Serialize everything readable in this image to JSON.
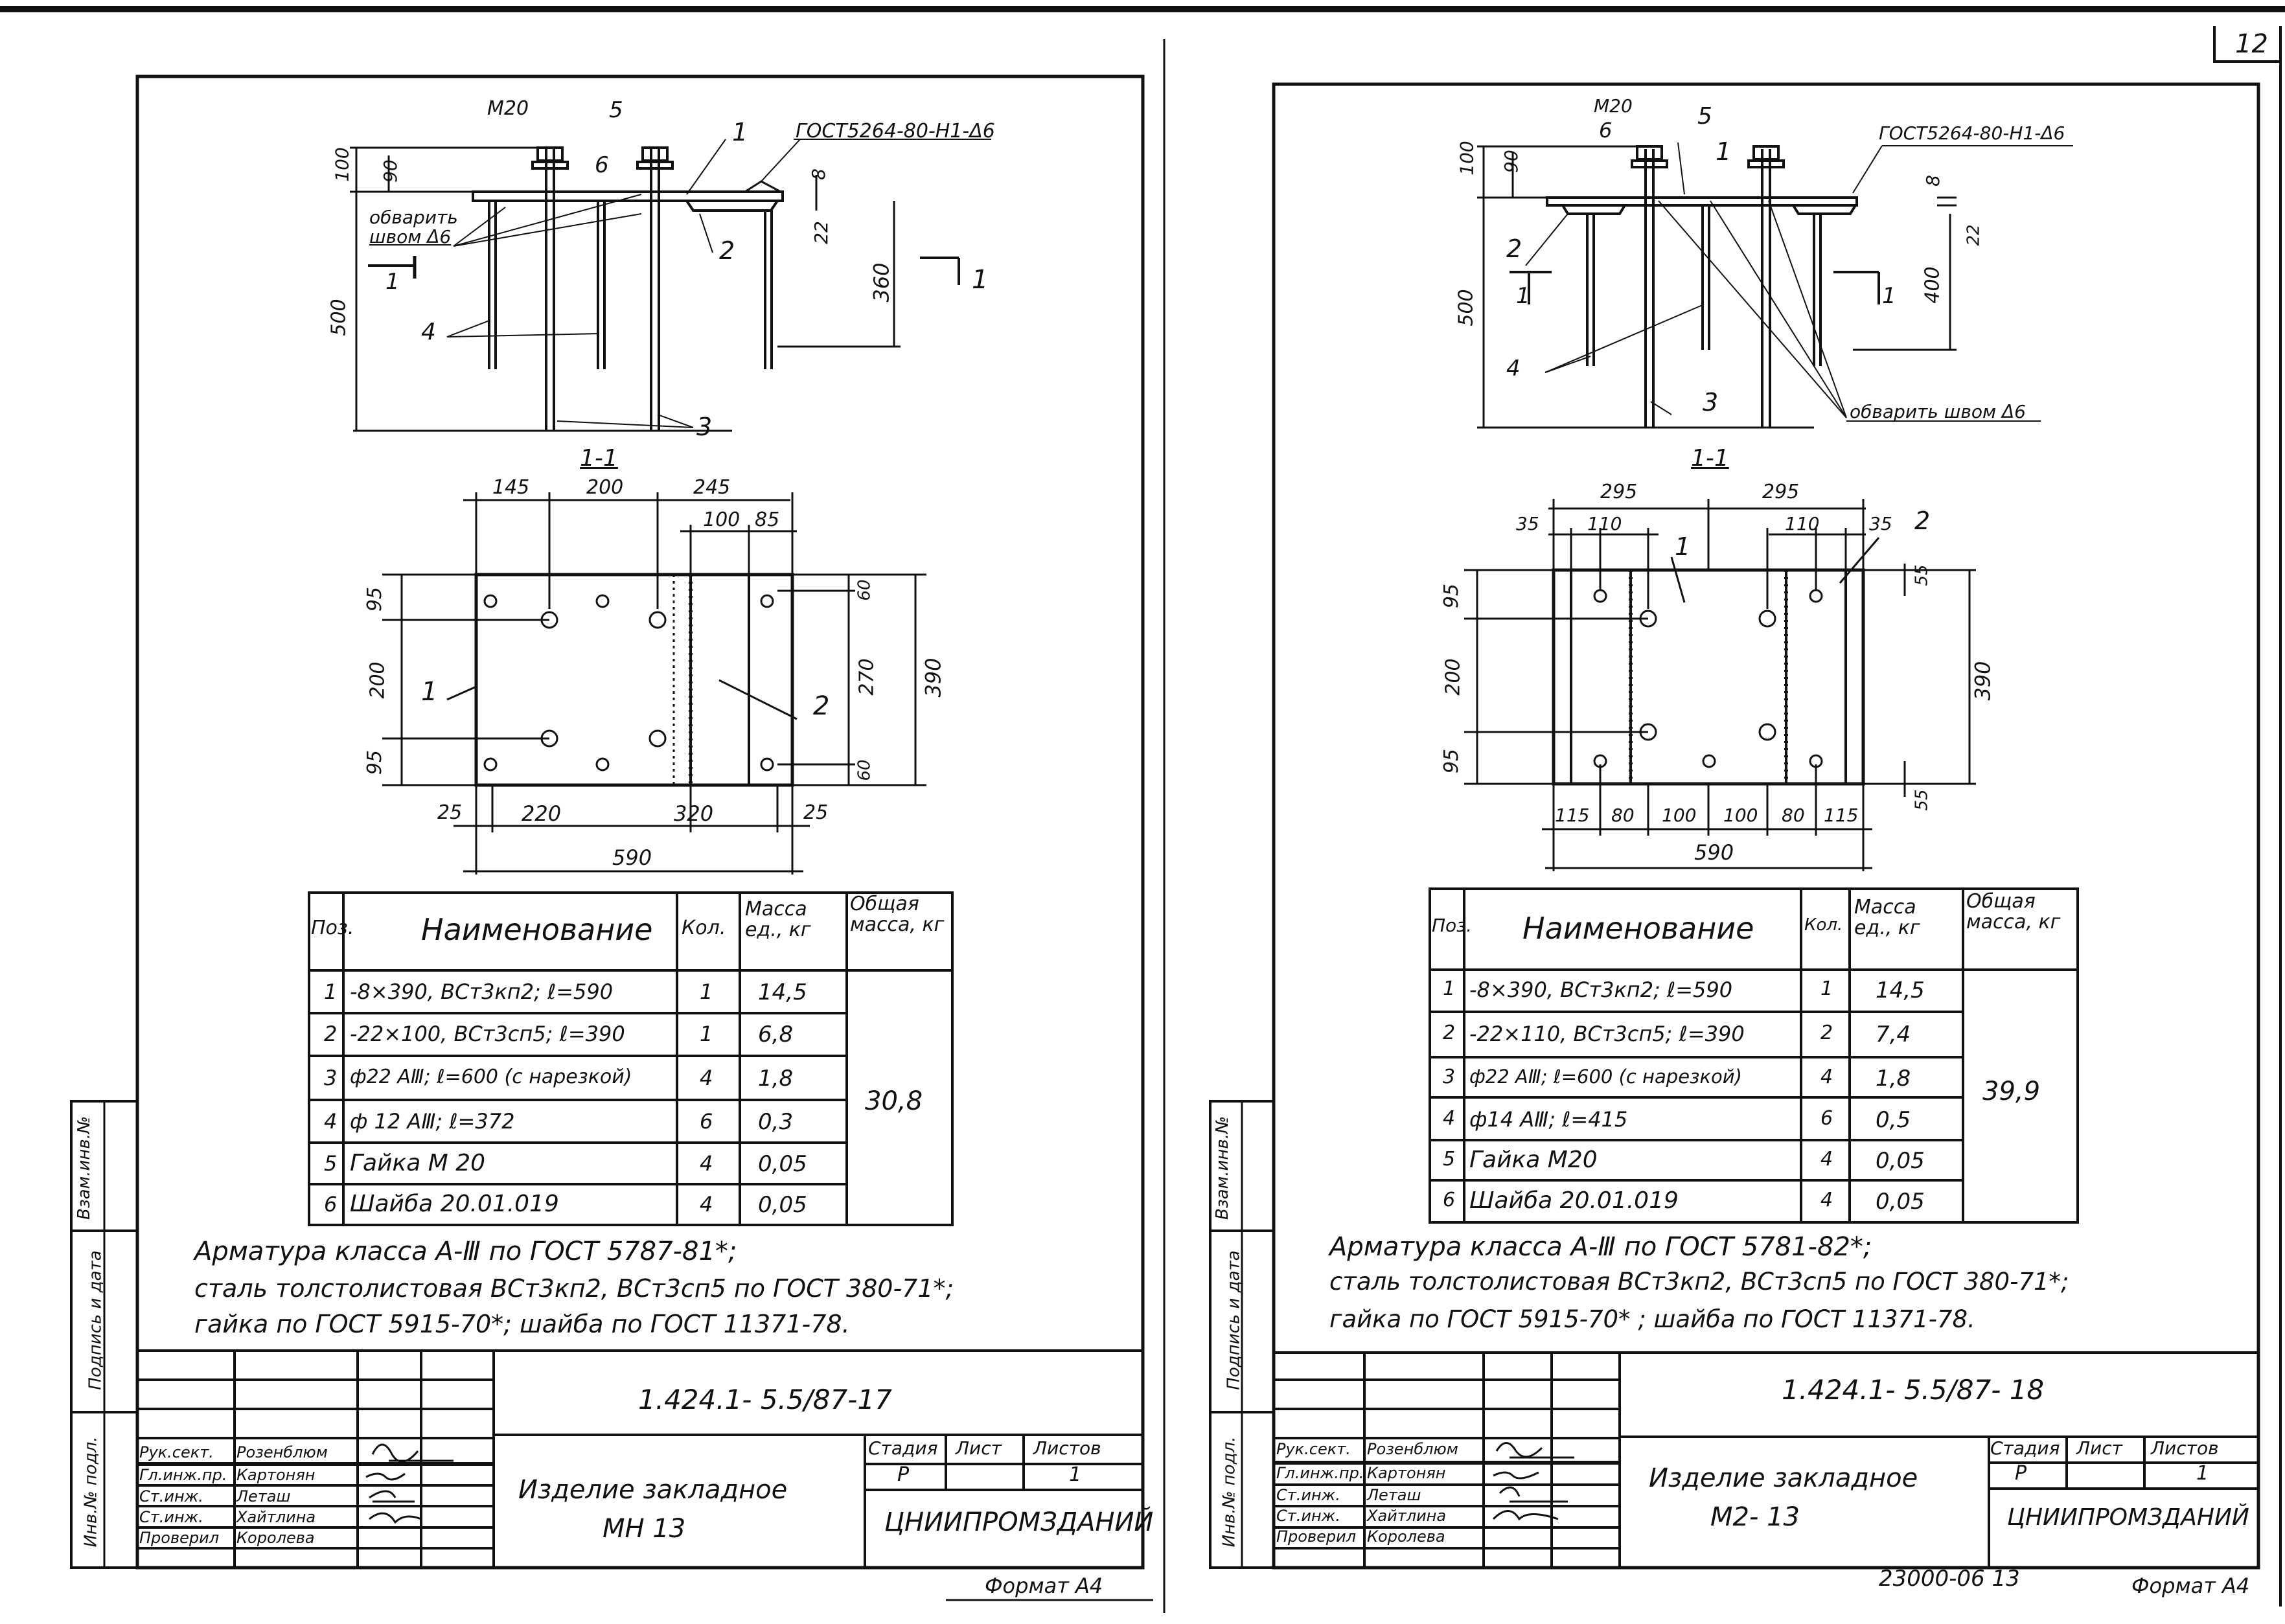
{
  "page_number": "12",
  "left": {
    "labels": {
      "m20": "M20",
      "n5": "5",
      "n6": "6",
      "n1": "1",
      "n2": "2",
      "n3": "3",
      "n4": "4",
      "gost_weld": "ГОСТ5264-80-Н1-Δ6",
      "weld_note_1": "обварить",
      "weld_note_2": "швом Δ6",
      "cut_left": "1",
      "cut_right": "1",
      "section_title": "1-1",
      "dim_100": "100",
      "dim_90": "90",
      "dim_500": "500",
      "dim_8": "8",
      "dim_22": "22",
      "dim_360": "360",
      "d145": "145",
      "d200": "200",
      "d245": "245",
      "d100": "100",
      "d85": "85",
      "d95a": "95",
      "d200v": "200",
      "d95b": "95",
      "d60a": "60",
      "d270": "270",
      "d390": "390",
      "d60b": "60",
      "d25a": "25",
      "d220": "220",
      "d320": "320",
      "d25b": "25",
      "d590": "590",
      "plate1": "1",
      "plate2": "2"
    },
    "table": {
      "headers": [
        "Поз.",
        "Наименование",
        "Кол.",
        "Масса ед., кг",
        "Общая масса, кг"
      ],
      "rows": [
        [
          "1",
          "-8×390, ВСт3кп2; ℓ=590",
          "1",
          "14,5"
        ],
        [
          "2",
          "-22×100, ВСт3сп5; ℓ=390",
          "1",
          "6,8"
        ],
        [
          "3",
          "ф22 АⅢ; ℓ=600 (с нарезкой)",
          "4",
          "1,8"
        ],
        [
          "4",
          "ф 12 АⅢ;   ℓ=372",
          "6",
          "0,3"
        ],
        [
          "5",
          "Гайка  М 20",
          "4",
          "0,05"
        ],
        [
          "6",
          "Шайба  20.01.019",
          "4",
          "0,05"
        ]
      ],
      "total": "30,8"
    },
    "notes": [
      "Арматура  класса   А-Ⅲ   по  ГОСТ  5787-81*;",
      "сталь толстолистовая ВСт3кп2, ВСт3сп5 по ГОСТ 380-71*;",
      "гайка по ГОСТ 5915-70*;   шайба   по   ГОСТ  11371-78."
    ],
    "doc_code": "1.424.1- 5.5/87-17",
    "title_1": "Изделие  закладное",
    "title_2": "МН 13",
    "stage_h": "Стадия",
    "sheet_h": "Лист",
    "sheets_h": "Листов",
    "stage_v": "Р",
    "sheets_v": "1",
    "org": "ЦНИИПРОМЗДАНИЙ",
    "roles": [
      "Рук.сект.",
      "Гл.инж.пр.",
      "Ст.инж.",
      "Ст.инж.",
      "Проверил"
    ],
    "names": [
      "Розенблюм",
      "Картонян",
      "Леташ",
      "Хайтлина",
      "Королева"
    ],
    "side_stamp": [
      "Инв.№ подл.",
      "Подпись и дата",
      "Взам.инв.№"
    ],
    "format": "Формат А4"
  },
  "right": {
    "labels": {
      "m20": "M20",
      "n6": "6",
      "n5": "5",
      "n1": "1",
      "n2": "2",
      "n3": "3",
      "n4": "4",
      "gost_weld": "ГОСТ5264-80-Н1-Δ6",
      "weld_note": "обварить швом Δ6",
      "cut_left": "1",
      "cut_right": "1",
      "section_title": "1-1",
      "dim_100": "100",
      "dim_90": "90",
      "dim_500": "500",
      "dim_8": "8",
      "dim_22": "22",
      "dim_400": "400",
      "d295a": "295",
      "d295b": "295",
      "d35a": "35",
      "d110a": "110",
      "d110b": "110",
      "d35b": "35",
      "d55a": "55",
      "d95a": "95",
      "d200v": "200",
      "d95b": "95",
      "d390": "390",
      "d55b": "55",
      "d115a": "115",
      "d80a": "80",
      "d100a": "100",
      "d100b": "100",
      "d80b": "80",
      "d115b": "115",
      "d590": "590",
      "plate1": "1",
      "plate2": "2"
    },
    "table": {
      "headers": [
        "Поз.",
        "Наименование",
        "Кол.",
        "Масса ед., кг",
        "Общая масса, кг"
      ],
      "rows": [
        [
          "1",
          "-8×390, ВСт3кп2; ℓ=590",
          "1",
          "14,5"
        ],
        [
          "2",
          "-22×110, ВСт3сп5; ℓ=390",
          "2",
          "7,4"
        ],
        [
          "3",
          "ф22 АⅢ; ℓ=600 (с нарезкой)",
          "4",
          "1,8"
        ],
        [
          "4",
          "ф14 АⅢ; ℓ=415",
          "6",
          "0,5"
        ],
        [
          "5",
          "Гайка  М20",
          "4",
          "0,05"
        ],
        [
          "6",
          "Шайба  20.01.019",
          "4",
          "0,05"
        ]
      ],
      "total": "39,9"
    },
    "notes": [
      "Арматура  класса   А-Ⅲ   по  ГОСТ 5781-82*;",
      "сталь толстолистовая  ВСт3кп2, ВСт3сп5 по ГОСТ 380-71*;",
      "гайка по ГОСТ 5915-70* ; шайба  по  ГОСТ 11371-78."
    ],
    "doc_code": "1.424.1- 5.5/87- 18",
    "title_1": "Изделие  закладное",
    "title_2": "М2- 13",
    "stage_h": "Стадия",
    "sheet_h": "Лист",
    "sheets_h": "Листов",
    "stage_v": "Р",
    "sheets_v": "1",
    "org": "ЦНИИПРОМЗДАНИЙ",
    "roles": [
      "Рук.сект.",
      "Гл.инж.пр.",
      "Ст.инж.",
      "Ст.инж.",
      "Проверил"
    ],
    "names": [
      "Розенблюм",
      "Картонян",
      "Леташ",
      "Хайтлина",
      "Королева"
    ],
    "side_stamp": [
      "Инв.№ подл.",
      "Подпись и дата",
      "Взам.инв.№"
    ],
    "archive_no": "23000-06   13",
    "format": "Формат А4"
  }
}
